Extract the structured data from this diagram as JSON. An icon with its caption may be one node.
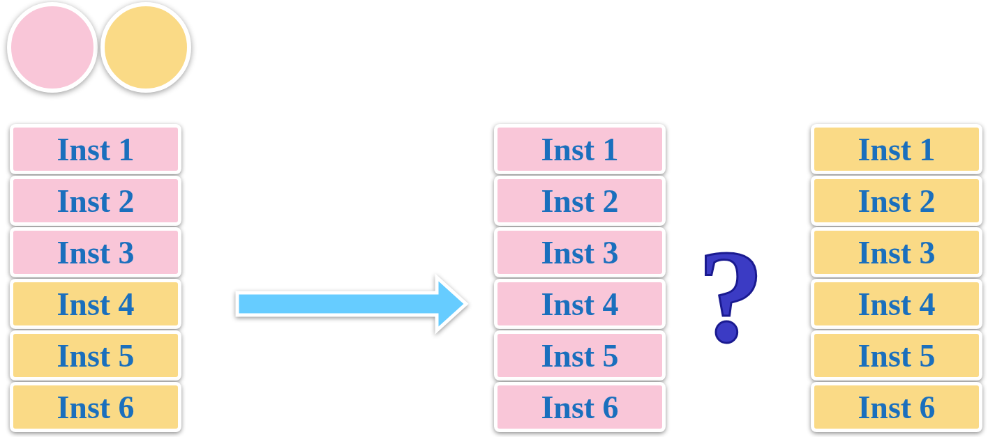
{
  "diagram": {
    "nodes": [
      {
        "text": [],
        "shape": "circle"
      },
      {
        "text": [],
        "shape": "circle"
      },
      {
        "text": [
          "Inst 1"
        ]
      },
      {
        "text": [
          "Inst 2"
        ]
      },
      {
        "text": [
          "Inst 3"
        ]
      },
      {
        "text": [
          "Inst 4"
        ]
      },
      {
        "text": [
          "Inst 5"
        ]
      },
      {
        "text": [
          "Inst 6"
        ]
      },
      {
        "text": [
          "Inst 1"
        ]
      },
      {
        "text": [
          "Inst 2"
        ]
      },
      {
        "text": [
          "Inst 3"
        ]
      },
      {
        "text": [
          "Inst 4"
        ]
      },
      {
        "text": [
          "Inst 5"
        ]
      },
      {
        "text": [
          "Inst 6"
        ]
      },
      {
        "text": [
          "Inst 1"
        ]
      },
      {
        "text": [
          "Inst 2"
        ]
      },
      {
        "text": [
          "Inst 3"
        ]
      },
      {
        "text": [
          "Inst 4"
        ]
      },
      {
        "text": [
          "Inst 5"
        ]
      },
      {
        "text": [
          "Inst 6"
        ]
      }
    ],
    "edges": [
      {
        "from": 5,
        "to": 11,
        "arrow": "to"
      }
    ],
    "labels": [
      "?"
    ]
  }
}
